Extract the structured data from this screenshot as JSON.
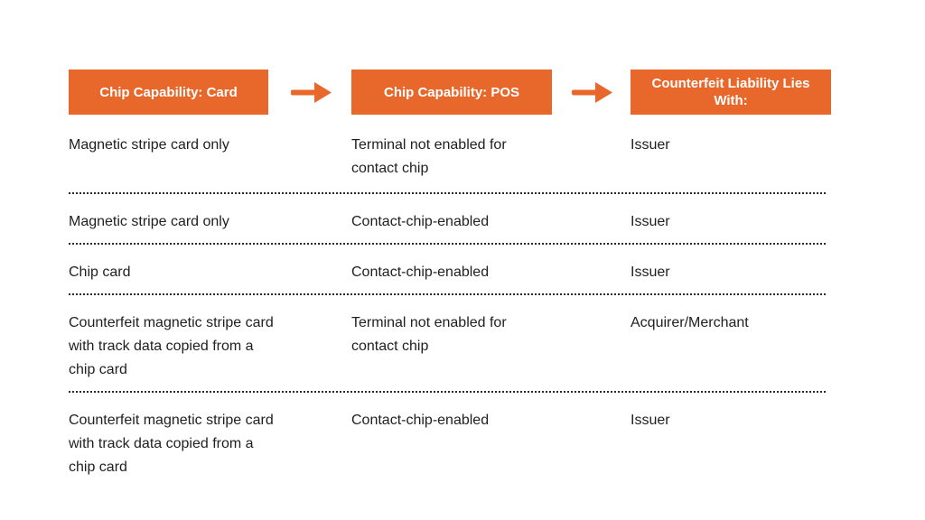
{
  "header": {
    "columns": [
      {
        "label": "Chip Capability: Card"
      },
      {
        "label": "Chip Capability: POS"
      },
      {
        "label": "Counterfeit Liability Lies With:"
      }
    ]
  },
  "table": {
    "rows": [
      {
        "card": "Magnetic stripe card only",
        "pos": "Terminal not enabled for contact chip",
        "liability": "Issuer"
      },
      {
        "card": "Magnetic stripe card only",
        "pos": "Contact-chip-enabled",
        "liability": "Issuer"
      },
      {
        "card": "Chip card",
        "pos": "Contact-chip-enabled",
        "liability": "Issuer"
      },
      {
        "card": "Counterfeit magnetic stripe card with track data copied from a chip card",
        "pos": "Terminal not enabled for contact chip",
        "liability": "Acquirer/Merchant"
      },
      {
        "card": "Counterfeit magnetic stripe card with track data copied from a chip card",
        "pos": "Contact-chip-enabled",
        "liability": "Issuer"
      }
    ]
  },
  "colors": {
    "accent_orange": "#e8682c",
    "text": "#1f1f1f",
    "separator_dots": "#2a2a2a",
    "background": "#ffffff",
    "header_text": "#ffffff"
  }
}
